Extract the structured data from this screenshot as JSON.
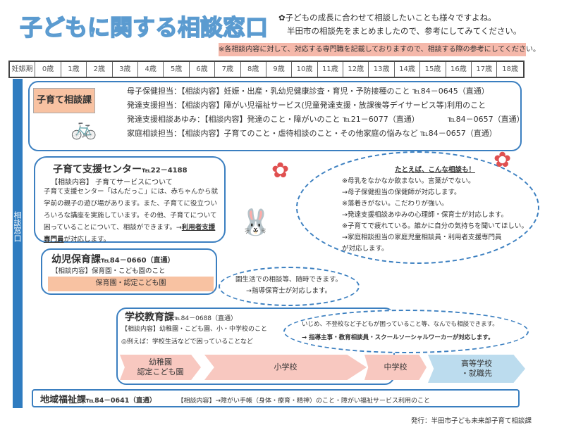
{
  "title": "子どもに関する相談窓口",
  "intro": [
    "✿子どもの成長に合わせて相談したいことも様々ですよね。",
    "半田市の相談先をまとめましたので、参考にしてみてください。"
  ],
  "note": "※各相談内容に対して、対応する専門職を記載しておりますので、相談する際の参考にしてください。",
  "ages": [
    "妊娠期",
    "0歳",
    "1歳",
    "2歳",
    "3歳",
    "4歳",
    "5歳",
    "6歳",
    "7歳",
    "8歳",
    "9歳",
    "10歳",
    "11歳",
    "12歳",
    "13歳",
    "14歳",
    "15歳",
    "16歳",
    "17歳",
    "18歳"
  ],
  "side_label": "相談窓口",
  "kosodate_soudan": {
    "name": "子育て相談課",
    "lines": [
      "母子保健担当：【相談内容】妊娠・出産・乳幼児健康診査・育児・予防接種のこと ℡84－0645（直通）",
      "発達支援担当：【相談内容】障がい児福祉サービス(児童発達支援・放課後等デイサービス等)利用のこと",
      "発達支援相談あゆみ：【相談内容】発達のこと・障がいのこと ℡21－6077（直通）",
      "家庭相談担当：【相談内容】子育てのこと・虐待相談のこと・その他家庭の悩みなど ℡84－0657（直通）"
    ],
    "tel_extra": "℡84－0657（直通）"
  },
  "shien_center": {
    "name": "子育て支援センター",
    "tel": "℡22－4188",
    "topic": "【相談内容】 子育てサービスについて",
    "body": "子育て支援センター「はんだっこ」には、赤ちゃんから就学前の親子の遊び場があります。また、子育てに役立ついろいろな講座を実施しています。その他、子育てについて困っていることについて、相談ができます。",
    "staff_prefix": "→",
    "staff": "利用者支援専門員",
    "staff_suffix": "が対応します。"
  },
  "example_bubble": {
    "heading": "たとえば、こんな相談も！",
    "lines": [
      "※母乳をなかなか飲まない。言葉がでない。",
      "→母子保健担当の保健師が対応します。",
      "※落着きがない。こだわりが強い。",
      "→発達支援相談あゆみの心理師・保育士が対応します。",
      "※子育てで疲れている。誰かに自分の気持ちを聞いてほしい。",
      "→家庭相談担当の家庭児童相談員・利用者支援専門員",
      "が対応します。"
    ]
  },
  "youji_hoiku": {
    "name": "幼児保育課",
    "tel": "℡84－0660（直通）",
    "topic": "【相談内容】保育園・こども園のこと",
    "bar": "保育園・認定こども園"
  },
  "hoiku_bubble": [
    "園生活での相談等、随時できます。",
    "→指導保育士が対応します。"
  ],
  "gakkou": {
    "name": "学校教育課",
    "tel": "℡84－0688（直通）",
    "topic": "【相談内容】幼稚園・こども園、小・中学校のこと",
    "example": "◎例えば：学校生活などで困っていることなど"
  },
  "gakkou_bubble": [
    "いじめ、不登校など子どもが困っていること等、なんでも相談できます。",
    "→ 指導主事・教育相談員・スクールソーシャルワーカーが対応します。"
  ],
  "stages": [
    "幼稚園\n認定こども園",
    "小学校",
    "中学校",
    "高等学校\n・就職先"
  ],
  "chiiki": {
    "name": "地域福祉課",
    "tel": "℡84－0641（直通）",
    "topic": "【相談内容】→障がい手帳（身体・療育・精神）のこと・障がい福祉サービス利用のこと"
  },
  "footer": "発行：半田市子ども未来部子育て相談課",
  "colors": {
    "accent": "#3b7fc0",
    "orange": "#f8c2a2",
    "pink": "#f5b8aa"
  }
}
